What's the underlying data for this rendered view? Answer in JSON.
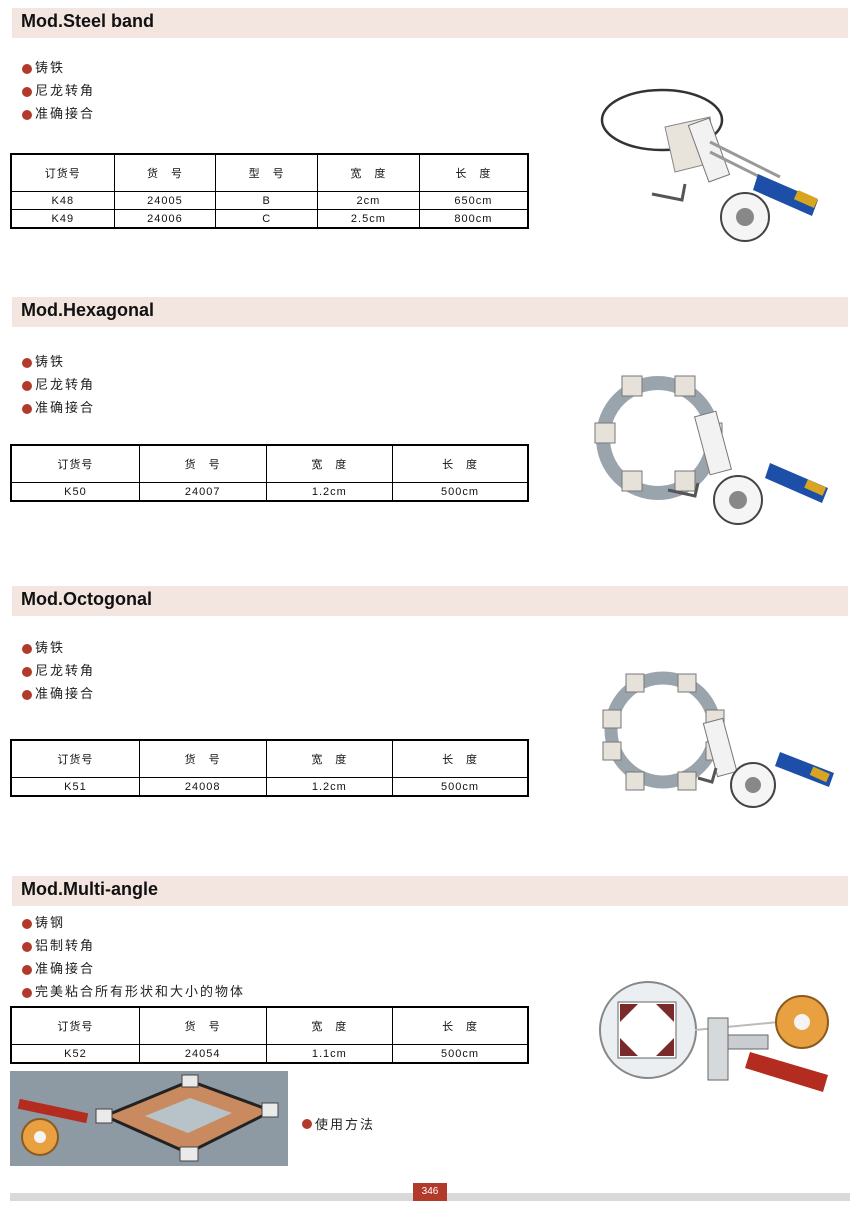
{
  "sections": [
    {
      "title": "Mod.Steel band",
      "bullets": [
        "铸铁",
        "尼龙转角",
        "准确接合"
      ],
      "headers": [
        "订货号",
        "货　号",
        "型　号",
        "宽　度",
        "长　度"
      ],
      "rows": [
        [
          "K48",
          "24005",
          "B",
          "2cm",
          "650cm"
        ],
        [
          "K49",
          "24006",
          "C",
          "2.5cm",
          "800cm"
        ]
      ]
    },
    {
      "title": "Mod.Hexagonal",
      "bullets": [
        "铸铁",
        "尼龙转角",
        "准确接合"
      ],
      "headers": [
        "订货号",
        "货　号",
        "宽　度",
        "长　度"
      ],
      "rows": [
        [
          "K50",
          "24007",
          "1.2cm",
          "500cm"
        ]
      ]
    },
    {
      "title": "Mod.Octogonal",
      "bullets": [
        "铸铁",
        "尼龙转角",
        "准确接合"
      ],
      "headers": [
        "订货号",
        "货　号",
        "宽　度",
        "长　度"
      ],
      "rows": [
        [
          "K51",
          "24008",
          "1.2cm",
          "500cm"
        ]
      ]
    },
    {
      "title": "Mod.Multi-angle",
      "bullets": [
        "铸钢",
        "铝制转角",
        "准确接合",
        "完美粘合所有形状和大小的物体"
      ],
      "headers": [
        "订货号",
        "货　号",
        "宽　度",
        "长　度"
      ],
      "rows": [
        [
          "K52",
          "24054",
          "1.1cm",
          "500cm"
        ]
      ]
    }
  ],
  "usage_label": "使用方法",
  "page_number": "346",
  "colors": {
    "accent": "#b23a2a",
    "header_bg": "#f3e5df"
  }
}
